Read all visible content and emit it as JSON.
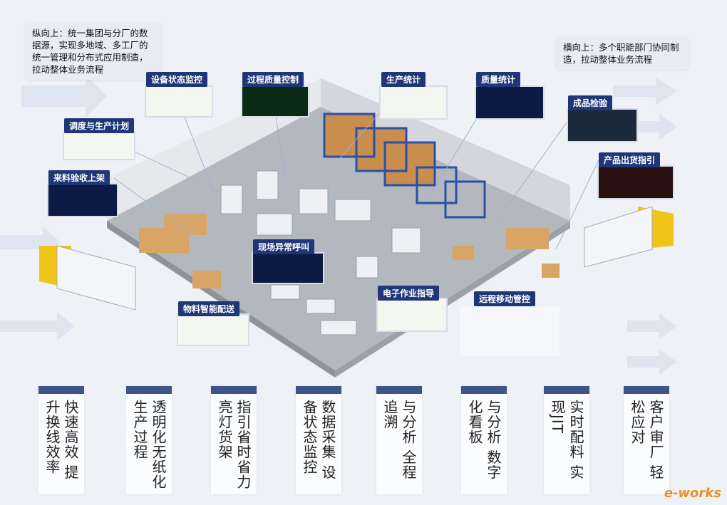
{
  "notes": {
    "vertical": "纵向上：统一集团与分厂的数据源，实现多地域、多工厂的统一管理和分布式应用制造，拉动整体业务流程",
    "horizontal": "横向上：多个职能部门协同制造，拉动整体业务流程"
  },
  "tags": {
    "equipment_monitor": "设备状态监控",
    "process_quality": "过程质量控制",
    "production_stats": "生产统计",
    "quality_stats": "质量统计",
    "finished_inspection": "成品检验",
    "scheduling": "调度与生产计划",
    "shipping_guide": "产品出货指引",
    "incoming_inspection": "来料验收上架",
    "onsite_call": "现场异常呼叫",
    "e_sop": "电子作业指导",
    "material_delivery": "物料智能配送",
    "remote_mobile": "远程移动管控"
  },
  "benefits": [
    {
      "text": "快速高效 提升换线效率"
    },
    {
      "text": "透明化无纸化 生产过程"
    },
    {
      "text": "指引省时省力 亮灯货架"
    },
    {
      "text": "数据采集 设备状态监控"
    },
    {
      "text": "与分析 全程追溯"
    },
    {
      "text": "与分析 数字化看板"
    },
    {
      "text": "实时配料 实现JIT"
    },
    {
      "text": "客户审厂 轻松应对"
    }
  ],
  "logo": "e-works",
  "colors": {
    "tag": "#1f3677",
    "bar": "#3f5488",
    "accent": "#e9902a"
  }
}
